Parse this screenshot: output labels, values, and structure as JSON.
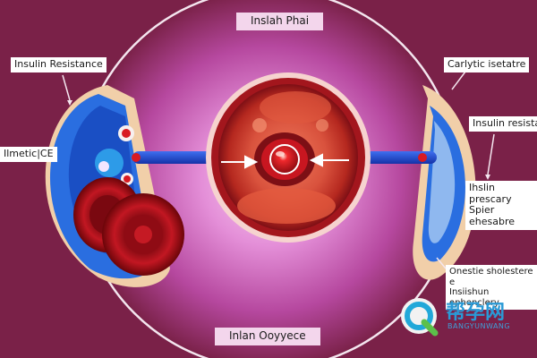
{
  "labels": {
    "top_center": "Inslah Phai",
    "left_upper": "Insulin Resistance",
    "left_mid": "Ilmetic|CE",
    "right_upper": "Carlytic isetatre",
    "right_mid": "Insulin resistatte",
    "right_lower_1": "Ihslin prescary",
    "right_lower_2": "Spier ehesabre",
    "bottom_right_1": "Onestie sholestere e",
    "bottom_right_2": "Insiishun ophenclery",
    "bottom_center": "Inlan Ooyyece"
  },
  "watermark": {
    "brand": "帮孕网",
    "sub": "BANGYUNWANG"
  },
  "colors": {
    "background": "#7a2148",
    "glow": "#e06bd0",
    "cell_red": "#a3161d",
    "vessel_blue": "#1f47c9",
    "membrane_blue": "#2a6ee0"
  }
}
